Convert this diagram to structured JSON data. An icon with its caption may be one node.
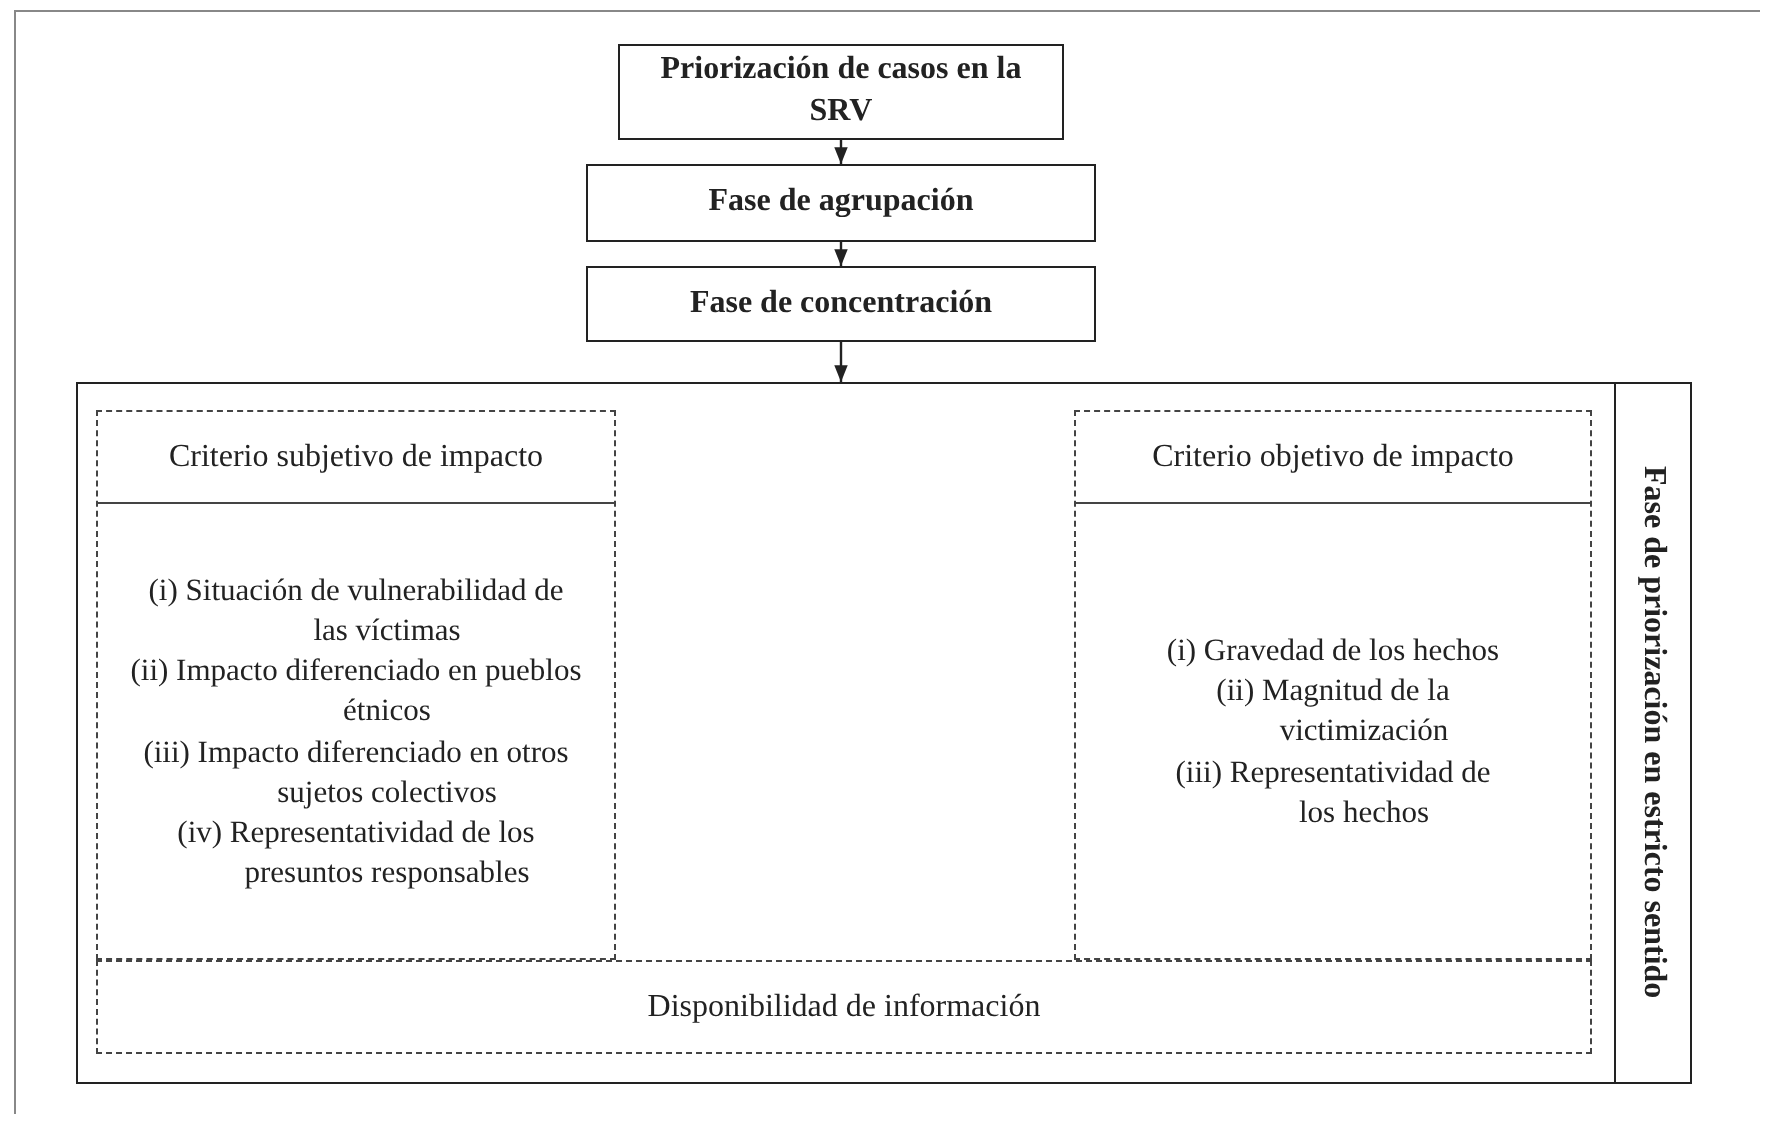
{
  "diagram": {
    "nodes": [
      {
        "text": [
          "Priorización de casos en la SRV"
        ]
      },
      {
        "text": [
          "Fase de agrupación"
        ]
      },
      {
        "text": [
          "Fase de concentración"
        ]
      },
      {
        "text": [
          "Fase de priorización en estricto sentido"
        ]
      },
      {
        "text": [
          "Criterio subjetivo de impacto",
          "(i) Situación de vulnerabilidad de las víctimas",
          "(ii) Impacto diferenciado en pueblos étnicos",
          "(iii) Impacto diferenciado en otros sujetos colectivos",
          "(iv) Representatividad de los presuntos responsables"
        ],
        "in": 3
      },
      {
        "text": [
          "Criterio objetivo de impacto",
          "(i) Gravedad de los hechos",
          "(ii) Magnitud de la victimización",
          "(iii) Representatividad de los hechos"
        ],
        "in": 3
      },
      {
        "text": [
          "Disponibilidad de información"
        ],
        "in": 3
      }
    ],
    "edges": [
      {
        "from": 0,
        "to": 1,
        "arrow": "to"
      },
      {
        "from": 1,
        "to": 2,
        "arrow": "to"
      },
      {
        "from": 2,
        "to": 3,
        "arrow": "to"
      }
    ]
  }
}
